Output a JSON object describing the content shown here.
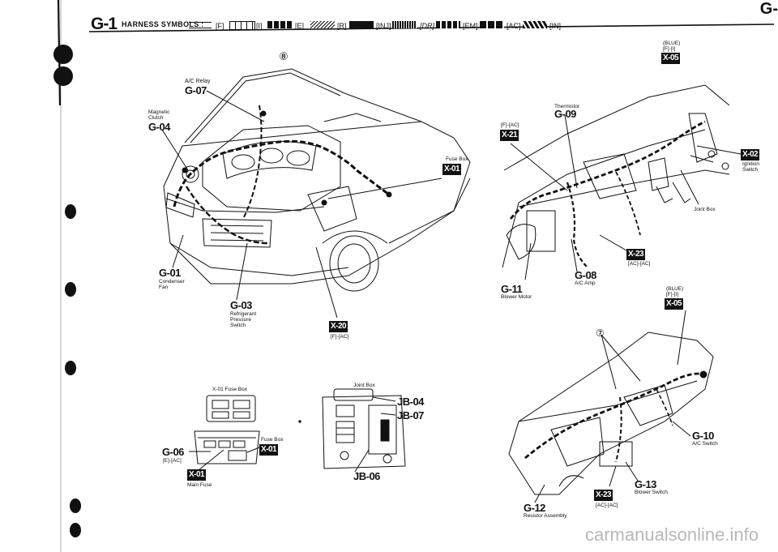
{
  "header": {
    "code": "G-1",
    "title": "HARNESS SYMBOLS :",
    "corner": "G-",
    "symbols": [
      {
        "code": "[F]"
      },
      {
        "code": "[I]"
      },
      {
        "code": "[E]"
      },
      {
        "code": "[R]"
      },
      {
        "code": "[INJ]"
      },
      {
        "code": "[DR]"
      },
      {
        "code": "[EM]"
      },
      {
        "code": "[AC]"
      },
      {
        "code": "[IN]"
      }
    ]
  },
  "engine_bay": {
    "view_marker": "⑧",
    "ac_relay": {
      "label": "A/C Relay",
      "code": "G-07"
    },
    "magnetic_clutch": {
      "label1": "Magnetic",
      "label2": "Clutch",
      "code": "G-04"
    },
    "fuse_box": {
      "label": "Fuse Box",
      "conn": "X-01"
    },
    "condenser_fan": {
      "code": "G-01",
      "label1": "Condenser",
      "label2": "Fan"
    },
    "pressure_switch": {
      "code": "G-03",
      "label1": "Refrigerant",
      "label2": "Pressure",
      "label3": "Switch"
    },
    "conn_x20": {
      "conn": "X-20",
      "tag": "[F]-[AC]"
    }
  },
  "dash_upper": {
    "blue_tag": "(BLUE)",
    "fi_tag": "[F]-[I]",
    "conn_x05": "X-05",
    "thermistor": {
      "label": "Thermistor",
      "code": "G-09"
    },
    "fac_tag": "[F]-[AC]",
    "conn_x21": "X-21",
    "conn_x02": "X-02",
    "ignition": {
      "label1": "Ignition",
      "label2": "Switch"
    },
    "joint_box": "Joint Box",
    "conn_x23": "X-23",
    "acac_tag": "[AC]-[AC]",
    "ac_amp": {
      "code": "G-08",
      "label": "A/C Amp"
    },
    "blower_motor": {
      "code": "G-11",
      "label": "Blower Motor"
    }
  },
  "dash_lower": {
    "blue_tag": "(BLUE)",
    "fi_tag": "[F]-[I]",
    "conn_x05": "X-05",
    "view_marker": "⑦",
    "ac_switch": {
      "code": "G-10",
      "label": "A/C Switch"
    },
    "blower_switch": {
      "code": "G-13",
      "label": "Blower Switch"
    },
    "conn_x23": "X-23",
    "acac_tag": "[AC]-[AC]",
    "resistor": {
      "code": "G-12",
      "label": "Resistor Assembly"
    }
  },
  "fuse_detail": {
    "title": "X-01 Fuse Box",
    "fuse_box": "Fuse Box",
    "conn_x01": "X-01",
    "g06": {
      "code": "G-06",
      "tag": "[E]-[AC]"
    },
    "main_conn": "X-01",
    "main_fuse": "Main Fuse"
  },
  "joint_detail": {
    "title": "Joint Box",
    "jb04": "JB-04",
    "jb07": "JB-07",
    "jb06": "JB-06"
  },
  "watermark": "carmanualsonline.info"
}
